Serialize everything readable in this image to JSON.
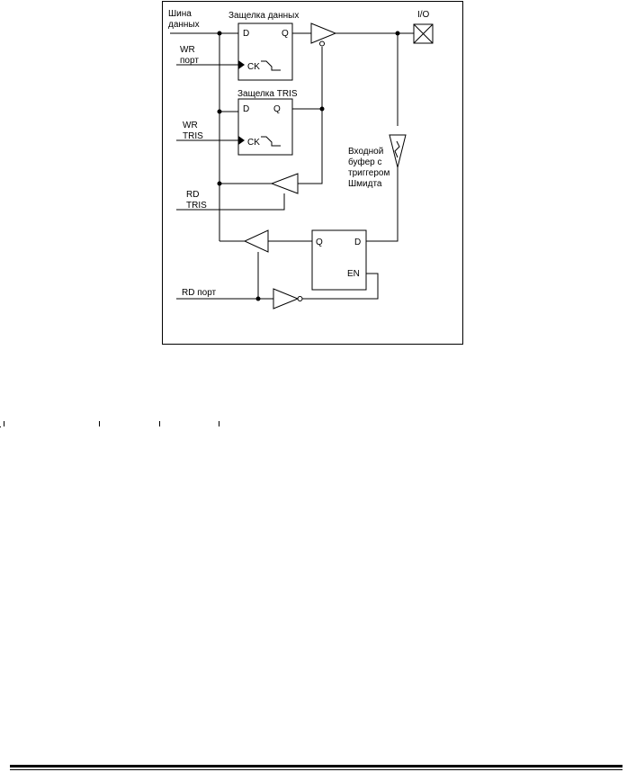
{
  "diagram": {
    "data_bus": [
      "Шина",
      "данных"
    ],
    "data_latch_title": "Защелка данных",
    "tris_latch_title": "Защелка TRIS",
    "wr_port": [
      "WR",
      "порт"
    ],
    "wr_tris": [
      "WR",
      "TRIS"
    ],
    "rd_tris": [
      "RD",
      "TRIS"
    ],
    "rd_port": "RD порт",
    "io_pin": "I/O",
    "schmitt": [
      "Входной",
      "буфер с",
      "триггером",
      "Шмидта"
    ],
    "pin_d": "D",
    "pin_q": "Q",
    "pin_ck": "CK",
    "pin_en": "EN"
  }
}
